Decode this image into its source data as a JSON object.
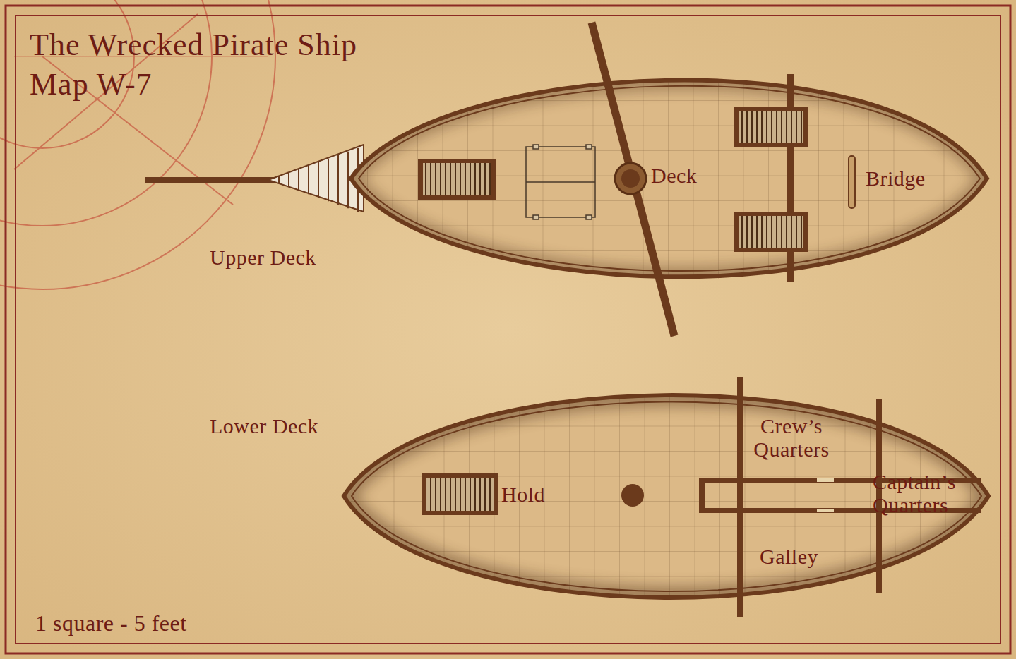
{
  "diagram": {
    "title": "The Wrecked Pirate Ship",
    "labels": [
      "Map W-7",
      "Upper Deck",
      "Lower Deck",
      "Deck",
      "Bridge",
      "Hold",
      "Crew’s Quarters",
      "Captain’s Quarters",
      "Galley",
      "1 square - 5 feet"
    ]
  }
}
